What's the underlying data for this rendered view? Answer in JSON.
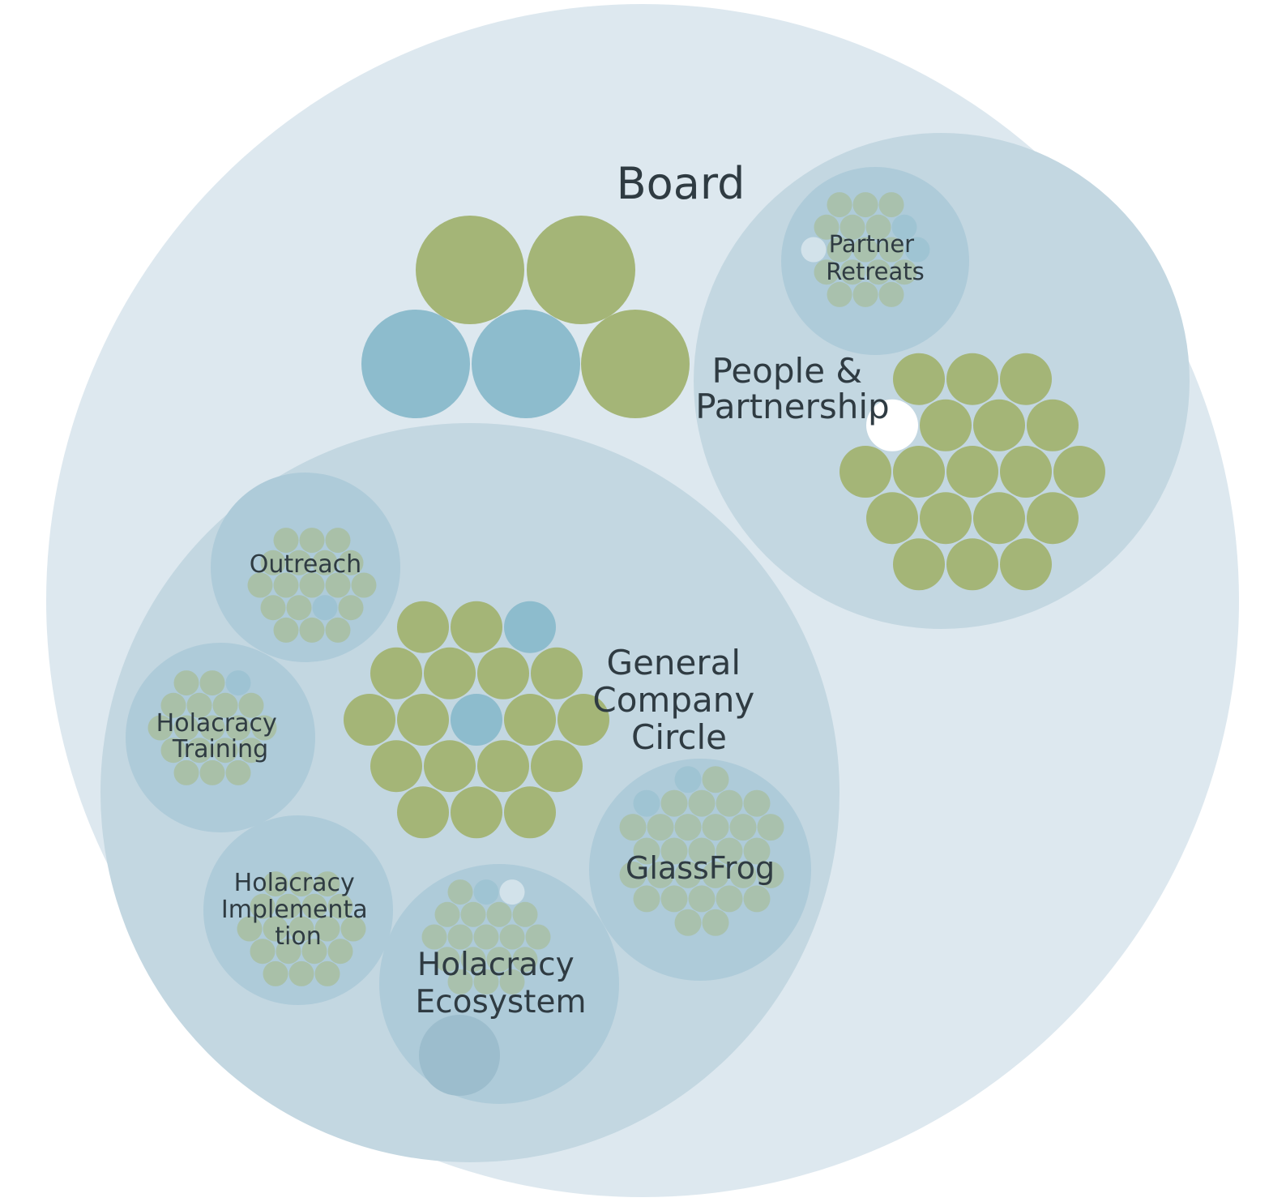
{
  "labels": {
    "board": "Board",
    "people_partnership": [
      "People &",
      "Partnership"
    ],
    "partner_retreats": [
      "Partner",
      "Retreats"
    ],
    "general_company_circle": [
      "General",
      "Company",
      "Circle"
    ],
    "outreach": "Outreach",
    "holacracy_training": [
      "Holacracy",
      "Training"
    ],
    "holacracy_implementation": [
      "Holacracy",
      "Implementa",
      "tion"
    ],
    "holacracy_ecosystem": [
      "Holacracy",
      "Ecosystem"
    ],
    "glassfrog": "GlassFrog"
  },
  "colors": {
    "outer_circle": "#dde8ef",
    "sub_circle": "#c3d7e1",
    "nested_circle": "#aecbd9",
    "role_green": "#a4b577",
    "role_blue": "#8dbccd",
    "role_empty": "#ffffff",
    "text": "#2f3b42"
  }
}
